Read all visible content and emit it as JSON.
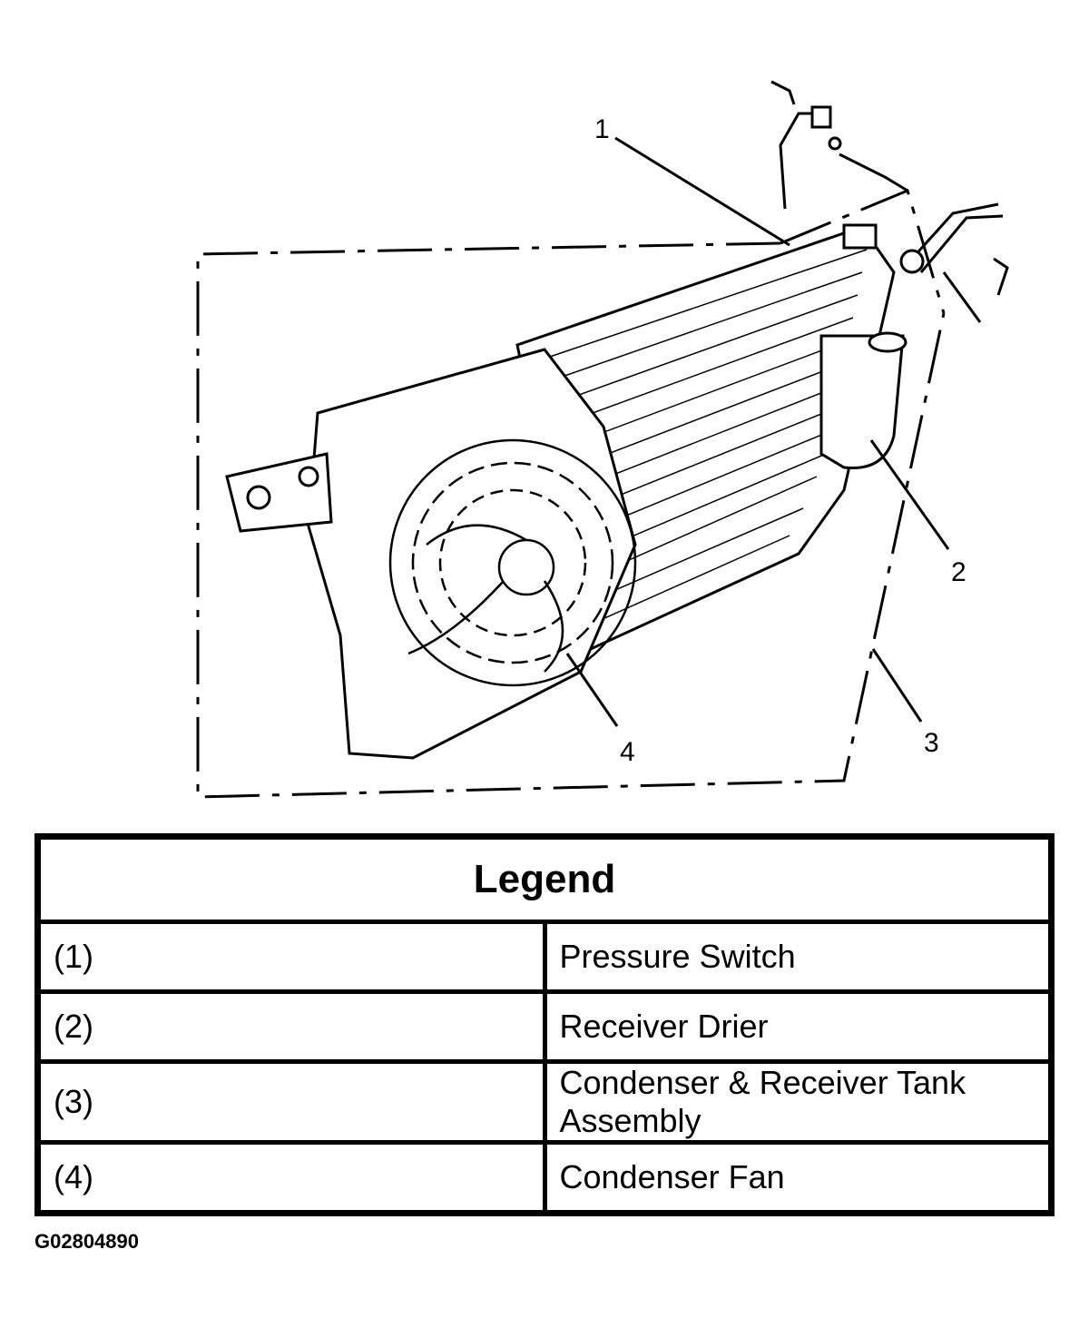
{
  "diagram": {
    "callouts": [
      "1",
      "2",
      "3",
      "4"
    ]
  },
  "legend": {
    "title": "Legend",
    "rows": [
      {
        "num": "(1)",
        "label": "Pressure Switch"
      },
      {
        "num": "(2)",
        "label": "Receiver Drier"
      },
      {
        "num": "(3)",
        "label": "Condenser & Receiver Tank Assembly"
      },
      {
        "num": "(4)",
        "label": "Condenser Fan"
      }
    ]
  },
  "figure_id": "G02804890"
}
